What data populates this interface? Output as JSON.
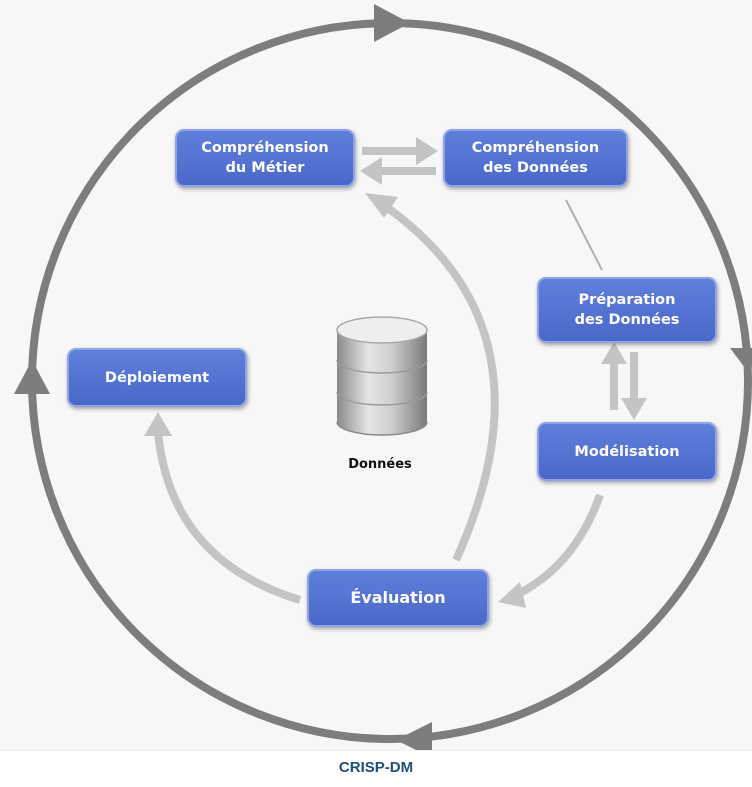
{
  "phases": {
    "business_understanding": "Compréhension\ndu Métier",
    "data_understanding": "Compréhension\ndes Données",
    "data_preparation": "Préparation\ndes Données",
    "modeling": "Modélisation",
    "evaluation": "Évaluation",
    "deployment": "Déploiement"
  },
  "center": {
    "database_label": "Données"
  },
  "caption": "CRISP-DM",
  "colors": {
    "box_fill": "#4f6fd1",
    "box_border": "#8fa4e6",
    "outer_cycle": "#7d7d7d",
    "inner_arrows": "#c4c4c4",
    "caption_text": "#1f4e79"
  },
  "icons": {
    "database": "database-cylinder-icon"
  }
}
